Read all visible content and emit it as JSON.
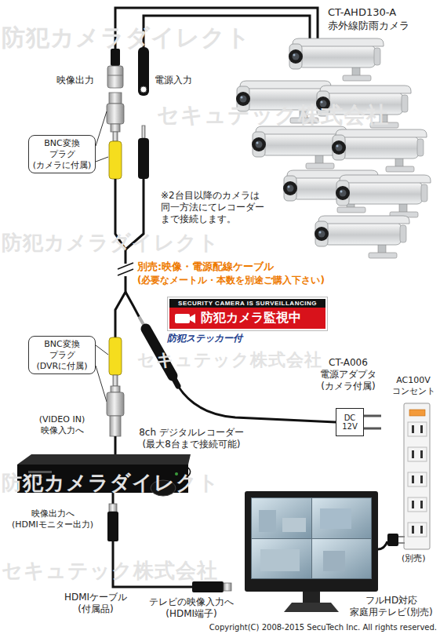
{
  "diagram": {
    "nodes": [
      {
        "text": [
          "BNC変換 プラグ (カメラに付属)"
        ]
      },
      {
        "text": [
          "SECURITY CAMERA IS SURVEILLANCING",
          "防犯カメラ監視中"
        ]
      },
      {
        "text": [
          "BNC変換 プラグ (DVRに付属)"
        ]
      },
      {
        "text": [
          "DC 12V"
        ]
      }
    ],
    "labels": [
      "防犯カメラダイレクト",
      "CT-AHD130-A",
      "赤外線防雨カメラ",
      "映像出力",
      "電源入力",
      "セキュテック株式会社",
      "※2台目以降のカメラは 同一方法にてレコーダー まで接続します。",
      "防犯カメラダイレクト",
      "別売:映像・電源配線ケーブル",
      "(必要なメートル・本数を別途ご購入下さい)",
      "防犯ステッカー付",
      "セキュテック株式会社",
      "CT-A006 電源アダプタ (カメラ付属)",
      "AC100V コンセント",
      "(VIDEO IN) 映像入力へ",
      "8ch デジタルレコーダー (最大8台まで接続可能)",
      "防犯カメラダイレクト",
      "映像出力へ (HDMIモニター出力)",
      "(別売)",
      "セキュテック株式会社",
      "HDMIケーブル (付属品)",
      "テレビの映像入力へ (HDMI端子)",
      "フルHD対応 家庭用テレビ(別売)",
      "Copyright(C) 2008-2015 SecuTech Inc. All rights reserved."
    ]
  }
}
